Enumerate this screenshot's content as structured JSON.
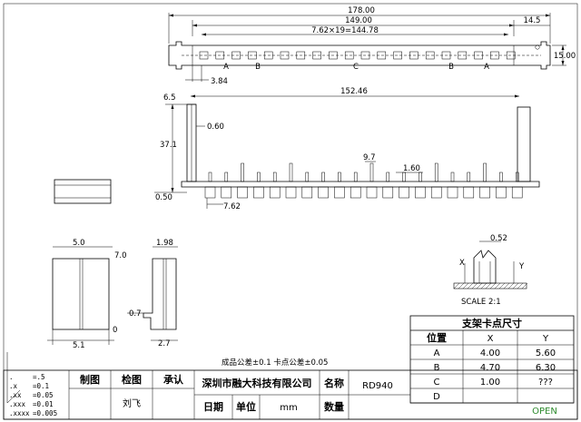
{
  "dimensions": {
    "overall_length": "178.00",
    "inner_length": "149.00",
    "end_offset": "14.5",
    "pitch_total": "7.62×19=144.78",
    "height_top": "15.00",
    "first_pin_offset": "3.84",
    "height_front": "6.5",
    "pin_span": "152.46",
    "pin_gap": "0.60",
    "total_height": "37.1",
    "pin_width": "9.7",
    "pin_thickness": "1.60",
    "base_thickness": "0.50",
    "pitch": "7.62",
    "side_width": "5.0",
    "side_top": "7.0",
    "side_bottom_width": "5.1",
    "side_bottom_zero": "0",
    "right_width": "1.98",
    "right_notch": "0.7",
    "right_bottom": "2.7",
    "detail_width": "0.52",
    "detail_x": "X",
    "detail_y": "Y"
  },
  "markers": {
    "a_left": "A",
    "b_left": "B",
    "c_mid": "C",
    "b_right": "B",
    "a_right": "A"
  },
  "scale_label": "SCALE 2:1",
  "tolerance_note": "成品公差±0.1  卡点公差±0.05",
  "table": {
    "title": "支架卡点尺寸",
    "headers": [
      "位置",
      "X",
      "Y"
    ],
    "rows": [
      {
        "pos": "A",
        "x": "4.00",
        "y": "5.60"
      },
      {
        "pos": "B",
        "x": "4.70",
        "y": "6.30"
      },
      {
        "pos": "C",
        "x": "1.00",
        "y": "???"
      },
      {
        "pos": "D",
        "x": "",
        "y": ""
      }
    ]
  },
  "titleblock": {
    "tolerances": [
      {
        "k": ".",
        "v": "=.5"
      },
      {
        "k": ".x",
        "v": "=0.1"
      },
      {
        "k": ".xx",
        "v": "=0.05"
      },
      {
        "k": ".xxx",
        "v": "=0.01"
      },
      {
        "k": ".xxxx",
        "v": "=0.005"
      }
    ],
    "draw_label": "制图",
    "check_label": "检图",
    "approve_label": "承认",
    "drafter": "刘飞",
    "company": "深圳市融大科技有限公司",
    "name_label": "名称",
    "part_name": "RD940",
    "date_label": "日期",
    "unit_label": "单位",
    "unit_value": "mm",
    "qty_label": "数量",
    "status": "OPEN"
  },
  "colors": {
    "line": "#000000",
    "status": "#2e8b2e"
  }
}
